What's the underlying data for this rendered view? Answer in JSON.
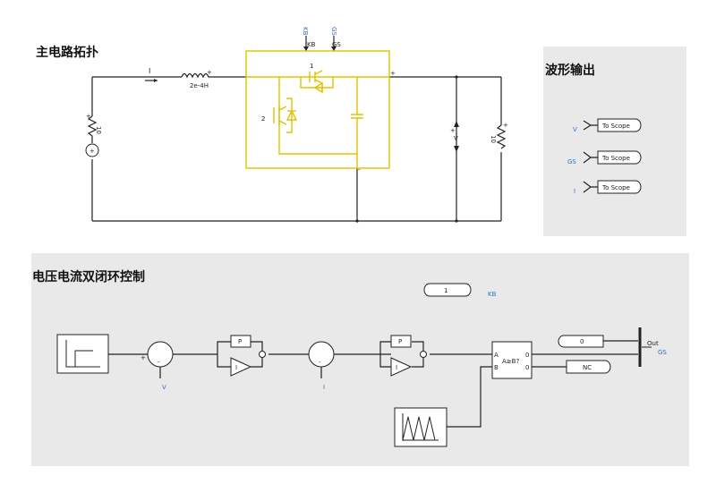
{
  "circuit": {
    "title": "主电路拓扑",
    "current_label": "I",
    "inductor_label": "2e-4H",
    "source_label": "10",
    "switch_top_label": "1",
    "switch_bottom_label": "2",
    "kb_label": "KB",
    "gs_label": "GS",
    "kb_top_label": "KB",
    "gs_top_label": "GS",
    "voltmeter_label": "V",
    "resistor_label": "10"
  },
  "scope": {
    "title": "波形输出",
    "rows": [
      {
        "signal": "V",
        "target": "To Scope"
      },
      {
        "signal": "GS",
        "target": "To Scope"
      },
      {
        "signal": "I",
        "target": "To Scope"
      }
    ]
  },
  "control": {
    "title": "电压电流双闭环控制",
    "const_kb_value": "1",
    "const_kb_tag": "KB",
    "sum1_plus": "+",
    "sum1_minus": "-",
    "sum1_ref": "V",
    "sum2_minus": "-",
    "sum2_ref": "I",
    "pi_p": "P",
    "pi_i": "I",
    "compare_a": "A",
    "compare_b": "B",
    "compare_text": "A≥B?",
    "compare_o1": "0",
    "compare_o2": "0",
    "out_const": "0",
    "nc_label": "NC",
    "mux_out": "Out",
    "gs_tag": "GS"
  }
}
